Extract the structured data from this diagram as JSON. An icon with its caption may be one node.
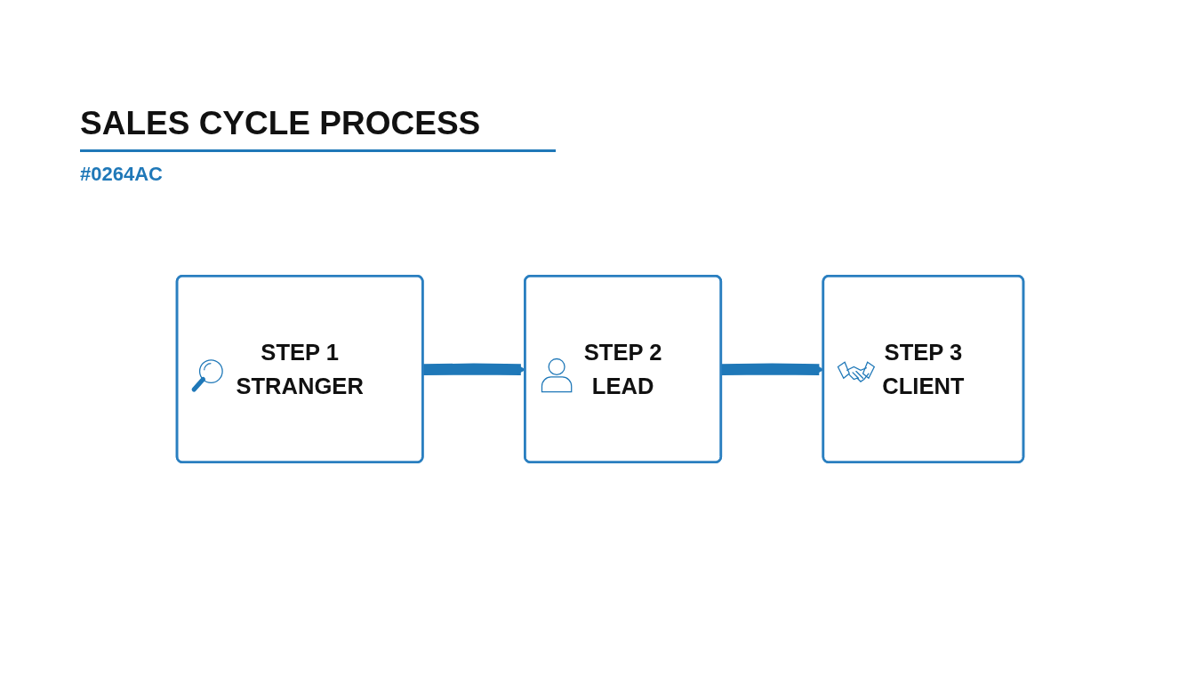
{
  "diagram": {
    "title": "SALES CYCLE PROCESS",
    "nodes": [
      {
        "text": [
          "STEP 1",
          "STRANGER"
        ]
      },
      {
        "text": [
          "STEP 2",
          "LEAD"
        ]
      },
      {
        "text": [
          "STEP 3",
          "CLIENT"
        ]
      }
    ],
    "edges": [
      {
        "from": 0,
        "to": 1,
        "arrow": "to"
      },
      {
        "from": 1,
        "to": 2,
        "arrow": "to"
      }
    ],
    "labels": [
      "#0264AC"
    ]
  }
}
